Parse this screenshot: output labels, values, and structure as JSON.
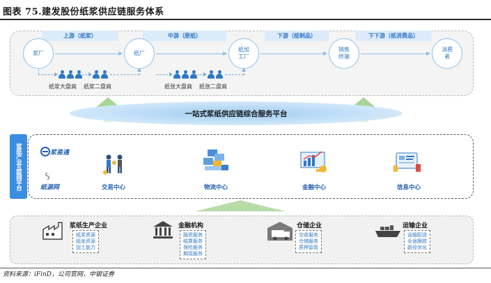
{
  "title": "图表 75.建发股份纸浆供应链服务体系",
  "stages": [
    "上游（纸浆）",
    "中游（原纸）",
    "下游（纸制品）",
    "下下游（纸消费品）"
  ],
  "nodes": [
    "浆厂",
    "纸厂",
    "纸加\n工厂",
    "销售\n终端",
    "消费\n者"
  ],
  "dealers": [
    "纸浆大盘商",
    "纸浆二盘商",
    "纸张大盘商",
    "纸张二盘商"
  ],
  "platform": "一站式浆纸供应链综合服务平台",
  "internet_label": "浆纸产业互联网平台",
  "brands": [
    "浆易通",
    "纸源网"
  ],
  "centers": [
    "交易中心",
    "物流中心",
    "金融中心",
    "信息中心"
  ],
  "enterprises": [
    {
      "name": "浆纸生产企业",
      "items": [
        "纸浆资源",
        "纸张资源",
        "加工能力"
      ]
    },
    {
      "name": "金融机构",
      "items": [
        "融资服务",
        "结算服务",
        "保险服务",
        "期现服务"
      ]
    },
    {
      "name": "仓储企业",
      "items": [
        "交收服务",
        "仓储服务",
        "质押监管"
      ]
    },
    {
      "name": "运输企业",
      "items": [
        "运输配送",
        "全途跟踪",
        "路径优化"
      ]
    }
  ],
  "source": "资料来源：iFinD，公司官网，中银证券",
  "colors": {
    "accent": "#2f78c4",
    "label_bg": "#3b8de0",
    "arrow_green": "#a9d49a"
  }
}
